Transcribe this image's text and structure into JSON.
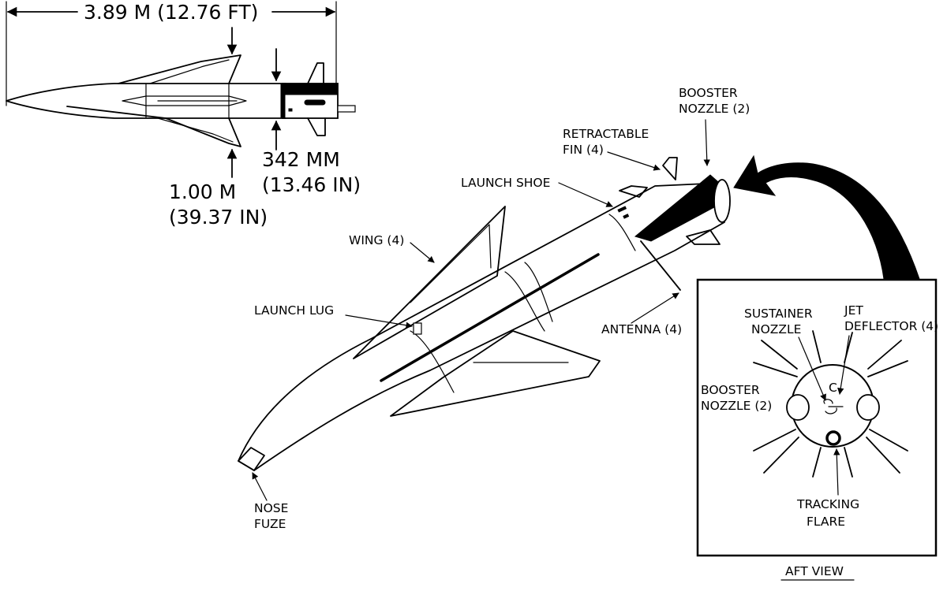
{
  "side_view": {
    "length_label": "3.89 M (12.76 FT)",
    "span_label_line1": "1.00 M",
    "span_label_line2": "(39.37 IN)",
    "diameter_label_line1": "342 MM",
    "diameter_label_line2": "(13.46 IN)"
  },
  "callouts": {
    "booster_nozzle_line1": "BOOSTER",
    "booster_nozzle_line2": "NOZZLE (2)",
    "retractable_fin_line1": "RETRACTABLE",
    "retractable_fin_line2": "FIN (4)",
    "launch_shoe": "LAUNCH SHOE",
    "wing": "WING (4)",
    "launch_lug": "LAUNCH LUG",
    "antenna": "ANTENNA (4)",
    "nose_fuze_line1": "NOSE",
    "nose_fuze_line2": "FUZE"
  },
  "aft_view": {
    "title": "AFT VIEW",
    "sustainer_nozzle_line1": "SUSTAINER",
    "sustainer_nozzle_line2": "NOZZLE",
    "jet_deflector_line1": "JET",
    "jet_deflector_line2": "DEFLECTOR (4)",
    "booster_nozzle_line1": "BOOSTER",
    "booster_nozzle_line2": "NOZZLE (2)",
    "tracking_flare_line1": "TRACKING",
    "tracking_flare_line2": "FLARE",
    "c_mark": "C"
  }
}
